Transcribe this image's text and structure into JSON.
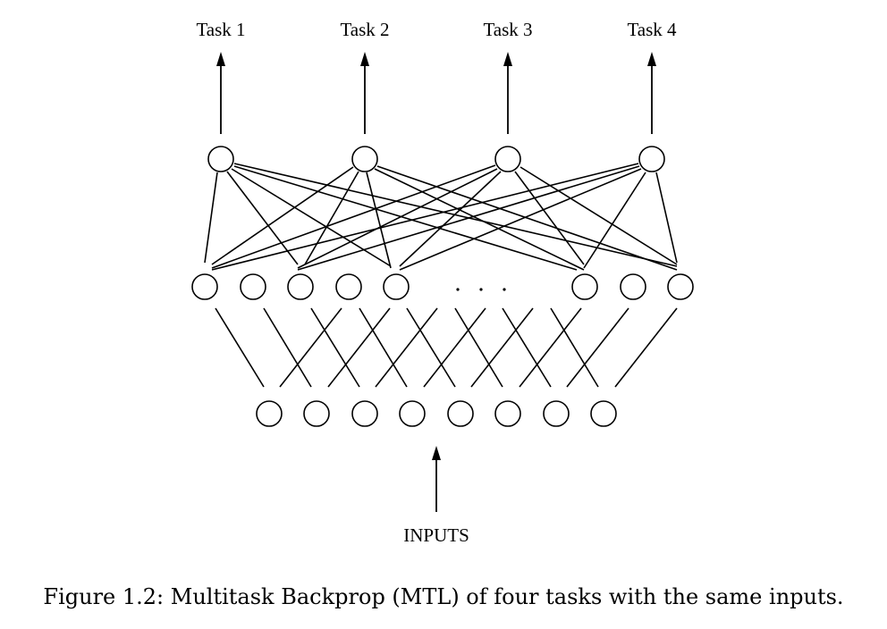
{
  "diagram": {
    "tasks": [
      "Task 1",
      "Task 2",
      "Task 3",
      "Task 4"
    ],
    "input_label": "INPUTS",
    "ellipsis": ". . ."
  },
  "caption": "Figure 1.2: Multitask Backprop (MTL) of four tasks with the same inputs."
}
